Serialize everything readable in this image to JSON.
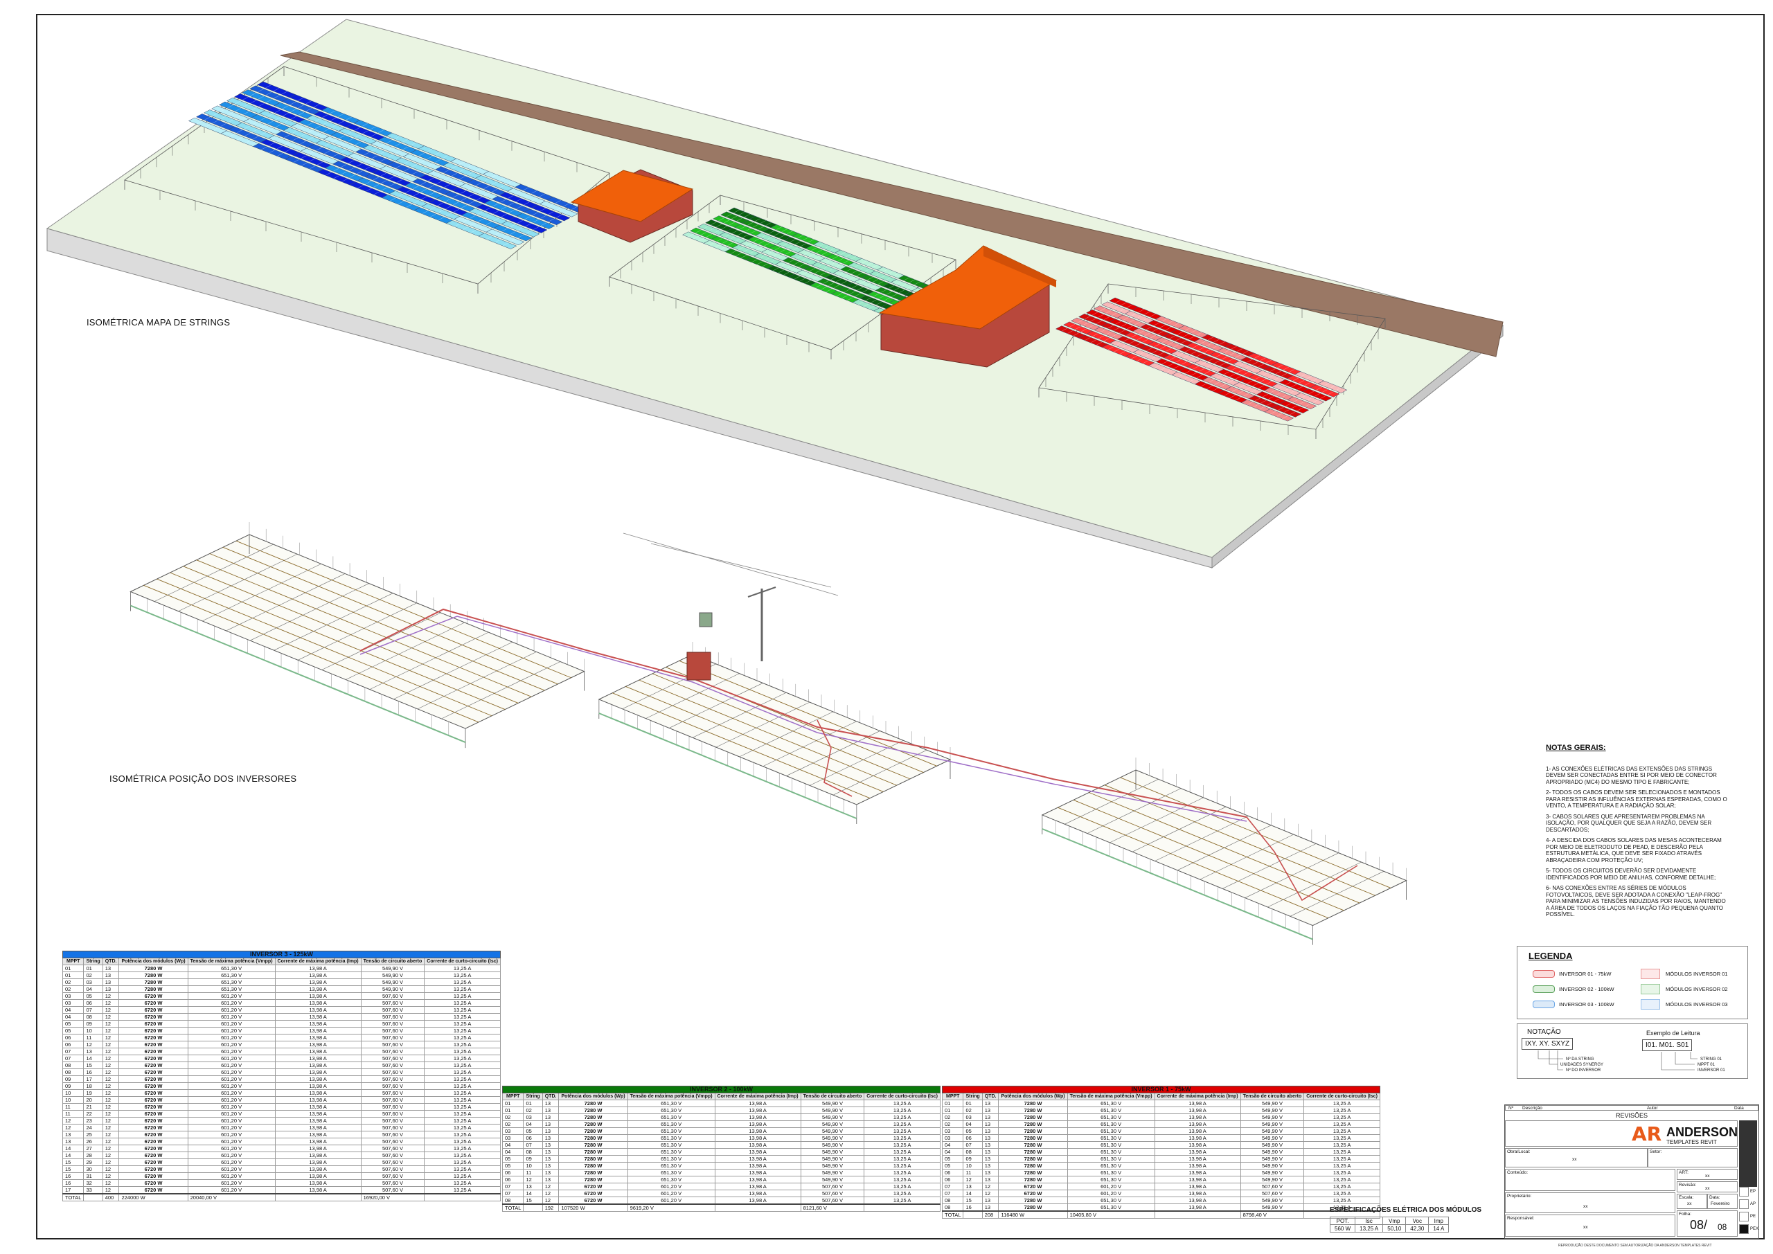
{
  "views": {
    "top_label": "ISOMÉTRICA MAPA DE STRINGS",
    "bottom_label": "ISOMÉTRICA POSIÇÃO DOS INVERSORES"
  },
  "colors": {
    "inv1": "#e00000",
    "inv2": "#0a7a0a",
    "inv3": "#1473e6",
    "ground": "#eaf4e2",
    "road": "#9a7865",
    "roof": "#f0600a",
    "wall": "#b8483c"
  },
  "table_headers": [
    "MPPT",
    "String",
    "QTD.",
    "Potência dos módulos (Wp)",
    "Tensão de máxima potência (Vmpp)",
    "Corrente de máxima potência (Imp)",
    "Tensão de circuito aberto",
    "Corrente de curto-circuito (Isc)"
  ],
  "inv3": {
    "title": "INVERSOR 3 - 125kW",
    "rows": [
      [
        "01",
        "01",
        "13",
        "7280 W",
        "651,30 V",
        "13,98 A",
        "549,90 V",
        "13,25 A"
      ],
      [
        "01",
        "02",
        "13",
        "7280 W",
        "651,30 V",
        "13,98 A",
        "549,90 V",
        "13,25 A"
      ],
      [
        "02",
        "03",
        "13",
        "7280 W",
        "651,30 V",
        "13,98 A",
        "549,90 V",
        "13,25 A"
      ],
      [
        "02",
        "04",
        "13",
        "7280 W",
        "651,30 V",
        "13,98 A",
        "549,90 V",
        "13,25 A"
      ],
      [
        "03",
        "05",
        "12",
        "6720 W",
        "601,20 V",
        "13,98 A",
        "507,60 V",
        "13,25 A"
      ],
      [
        "03",
        "06",
        "12",
        "6720 W",
        "601,20 V",
        "13,98 A",
        "507,60 V",
        "13,25 A"
      ],
      [
        "04",
        "07",
        "12",
        "6720 W",
        "601,20 V",
        "13,98 A",
        "507,60 V",
        "13,25 A"
      ],
      [
        "04",
        "08",
        "12",
        "6720 W",
        "601,20 V",
        "13,98 A",
        "507,60 V",
        "13,25 A"
      ],
      [
        "05",
        "09",
        "12",
        "6720 W",
        "601,20 V",
        "13,98 A",
        "507,60 V",
        "13,25 A"
      ],
      [
        "05",
        "10",
        "12",
        "6720 W",
        "601,20 V",
        "13,98 A",
        "507,60 V",
        "13,25 A"
      ],
      [
        "06",
        "11",
        "12",
        "6720 W",
        "601,20 V",
        "13,98 A",
        "507,60 V",
        "13,25 A"
      ],
      [
        "06",
        "12",
        "12",
        "6720 W",
        "601,20 V",
        "13,98 A",
        "507,60 V",
        "13,25 A"
      ],
      [
        "07",
        "13",
        "12",
        "6720 W",
        "601,20 V",
        "13,98 A",
        "507,60 V",
        "13,25 A"
      ],
      [
        "07",
        "14",
        "12",
        "6720 W",
        "601,20 V",
        "13,98 A",
        "507,60 V",
        "13,25 A"
      ],
      [
        "08",
        "15",
        "12",
        "6720 W",
        "601,20 V",
        "13,98 A",
        "507,60 V",
        "13,25 A"
      ],
      [
        "08",
        "16",
        "12",
        "6720 W",
        "601,20 V",
        "13,98 A",
        "507,60 V",
        "13,25 A"
      ],
      [
        "09",
        "17",
        "12",
        "6720 W",
        "601,20 V",
        "13,98 A",
        "507,60 V",
        "13,25 A"
      ],
      [
        "09",
        "18",
        "12",
        "6720 W",
        "601,20 V",
        "13,98 A",
        "507,60 V",
        "13,25 A"
      ],
      [
        "10",
        "19",
        "12",
        "6720 W",
        "601,20 V",
        "13,98 A",
        "507,60 V",
        "13,25 A"
      ],
      [
        "10",
        "20",
        "12",
        "6720 W",
        "601,20 V",
        "13,98 A",
        "507,60 V",
        "13,25 A"
      ],
      [
        "11",
        "21",
        "12",
        "6720 W",
        "601,20 V",
        "13,98 A",
        "507,60 V",
        "13,25 A"
      ],
      [
        "11",
        "22",
        "12",
        "6720 W",
        "601,20 V",
        "13,98 A",
        "507,60 V",
        "13,25 A"
      ],
      [
        "12",
        "23",
        "12",
        "6720 W",
        "601,20 V",
        "13,98 A",
        "507,60 V",
        "13,25 A"
      ],
      [
        "12",
        "24",
        "12",
        "6720 W",
        "601,20 V",
        "13,98 A",
        "507,60 V",
        "13,25 A"
      ],
      [
        "13",
        "25",
        "12",
        "6720 W",
        "601,20 V",
        "13,98 A",
        "507,60 V",
        "13,25 A"
      ],
      [
        "13",
        "26",
        "12",
        "6720 W",
        "601,20 V",
        "13,98 A",
        "507,60 V",
        "13,25 A"
      ],
      [
        "14",
        "27",
        "12",
        "6720 W",
        "601,20 V",
        "13,98 A",
        "507,60 V",
        "13,25 A"
      ],
      [
        "14",
        "28",
        "12",
        "6720 W",
        "601,20 V",
        "13,98 A",
        "507,60 V",
        "13,25 A"
      ],
      [
        "15",
        "29",
        "12",
        "6720 W",
        "601,20 V",
        "13,98 A",
        "507,60 V",
        "13,25 A"
      ],
      [
        "15",
        "30",
        "12",
        "6720 W",
        "601,20 V",
        "13,98 A",
        "507,60 V",
        "13,25 A"
      ],
      [
        "16",
        "31",
        "12",
        "6720 W",
        "601,20 V",
        "13,98 A",
        "507,60 V",
        "13,25 A"
      ],
      [
        "16",
        "32",
        "12",
        "6720 W",
        "601,20 V",
        "13,98 A",
        "507,60 V",
        "13,25 A"
      ],
      [
        "17",
        "33",
        "12",
        "6720 W",
        "601,20 V",
        "13,98 A",
        "507,60 V",
        "13,25 A"
      ]
    ],
    "total": [
      "TOTAL",
      "",
      "400",
      "224000 W",
      "20040,00 V",
      "",
      "16920,00 V",
      ""
    ]
  },
  "inv2": {
    "title": "INVERSOR 2 - 100kW",
    "rows": [
      [
        "01",
        "01",
        "13",
        "7280 W",
        "651,30 V",
        "13,98 A",
        "549,90 V",
        "13,25 A"
      ],
      [
        "01",
        "02",
        "13",
        "7280 W",
        "651,30 V",
        "13,98 A",
        "549,90 V",
        "13,25 A"
      ],
      [
        "02",
        "03",
        "13",
        "7280 W",
        "651,30 V",
        "13,98 A",
        "549,90 V",
        "13,25 A"
      ],
      [
        "02",
        "04",
        "13",
        "7280 W",
        "651,30 V",
        "13,98 A",
        "549,90 V",
        "13,25 A"
      ],
      [
        "03",
        "05",
        "13",
        "7280 W",
        "651,30 V",
        "13,98 A",
        "549,90 V",
        "13,25 A"
      ],
      [
        "03",
        "06",
        "13",
        "7280 W",
        "651,30 V",
        "13,98 A",
        "549,90 V",
        "13,25 A"
      ],
      [
        "04",
        "07",
        "13",
        "7280 W",
        "651,30 V",
        "13,98 A",
        "549,90 V",
        "13,25 A"
      ],
      [
        "04",
        "08",
        "13",
        "7280 W",
        "651,30 V",
        "13,98 A",
        "549,90 V",
        "13,25 A"
      ],
      [
        "05",
        "09",
        "13",
        "7280 W",
        "651,30 V",
        "13,98 A",
        "549,90 V",
        "13,25 A"
      ],
      [
        "05",
        "10",
        "13",
        "7280 W",
        "651,30 V",
        "13,98 A",
        "549,90 V",
        "13,25 A"
      ],
      [
        "06",
        "11",
        "13",
        "7280 W",
        "651,30 V",
        "13,98 A",
        "549,90 V",
        "13,25 A"
      ],
      [
        "06",
        "12",
        "13",
        "7280 W",
        "651,30 V",
        "13,98 A",
        "549,90 V",
        "13,25 A"
      ],
      [
        "07",
        "13",
        "12",
        "6720 W",
        "601,20 V",
        "13,98 A",
        "507,60 V",
        "13,25 A"
      ],
      [
        "07",
        "14",
        "12",
        "6720 W",
        "601,20 V",
        "13,98 A",
        "507,60 V",
        "13,25 A"
      ],
      [
        "08",
        "15",
        "12",
        "6720 W",
        "601,20 V",
        "13,98 A",
        "507,60 V",
        "13,25 A"
      ]
    ],
    "total": [
      "TOTAL",
      "",
      "192",
      "107520 W",
      "9619,20 V",
      "",
      "8121,60 V",
      ""
    ]
  },
  "inv1": {
    "title": "INVERSOR 1 - 75kW",
    "headers": [
      "MPPT",
      "String",
      "QTD.",
      "Potência dos módulos (Wp)",
      "Tensão de máxima potência (Vmpp)",
      "Corrente de máxima potência (Imp)",
      "Tensão de circuito aberto",
      "Corrente de curto-circuito (Isc)"
    ],
    "rows": [
      [
        "01",
        "01",
        "13",
        "7280 W",
        "651,30 V",
        "13,98 A",
        "549,90 V",
        "13,25 A"
      ],
      [
        "01",
        "02",
        "13",
        "7280 W",
        "651,30 V",
        "13,98 A",
        "549,90 V",
        "13,25 A"
      ],
      [
        "02",
        "03",
        "13",
        "7280 W",
        "651,30 V",
        "13,98 A",
        "549,90 V",
        "13,25 A"
      ],
      [
        "02",
        "04",
        "13",
        "7280 W",
        "651,30 V",
        "13,98 A",
        "549,90 V",
        "13,25 A"
      ],
      [
        "03",
        "05",
        "13",
        "7280 W",
        "651,30 V",
        "13,98 A",
        "549,90 V",
        "13,25 A"
      ],
      [
        "03",
        "06",
        "13",
        "7280 W",
        "651,30 V",
        "13,98 A",
        "549,90 V",
        "13,25 A"
      ],
      [
        "04",
        "07",
        "13",
        "7280 W",
        "651,30 V",
        "13,98 A",
        "549,90 V",
        "13,25 A"
      ],
      [
        "04",
        "08",
        "13",
        "7280 W",
        "651,30 V",
        "13,98 A",
        "549,90 V",
        "13,25 A"
      ],
      [
        "05",
        "09",
        "13",
        "7280 W",
        "651,30 V",
        "13,98 A",
        "549,90 V",
        "13,25 A"
      ],
      [
        "05",
        "10",
        "13",
        "7280 W",
        "651,30 V",
        "13,98 A",
        "549,90 V",
        "13,25 A"
      ],
      [
        "06",
        "11",
        "13",
        "7280 W",
        "651,30 V",
        "13,98 A",
        "549,90 V",
        "13,25 A"
      ],
      [
        "06",
        "12",
        "13",
        "7280 W",
        "651,30 V",
        "13,98 A",
        "549,90 V",
        "13,25 A"
      ],
      [
        "07",
        "13",
        "12",
        "6720 W",
        "601,20 V",
        "13,98 A",
        "507,60 V",
        "13,25 A"
      ],
      [
        "07",
        "14",
        "12",
        "6720 W",
        "601,20 V",
        "13,98 A",
        "507,60 V",
        "13,25 A"
      ],
      [
        "08",
        "15",
        "13",
        "7280 W",
        "651,30 V",
        "13,98 A",
        "549,90 V",
        "13,25 A"
      ],
      [
        "08",
        "16",
        "13",
        "7280 W",
        "651,30 V",
        "13,98 A",
        "549,90 V",
        "13,25 A"
      ]
    ],
    "total": [
      "TOTAL",
      "",
      "208",
      "116480 W",
      "10405,80 V",
      "",
      "8798,40 V",
      ""
    ]
  },
  "notes": {
    "title": "NOTAS GERAIS:",
    "items": [
      "1- AS CONEXÕES ELÉTRICAS DAS EXTENSÕES DAS STRINGS DEVEM SER CONECTADAS ENTRE SI POR MEIO DE CONECTOR APROPRIADO (MC4) DO MESMO TIPO E FABRICANTE;",
      "2- TODOS OS CABOS DEVEM SER SELECIONADOS E MONTADOS PARA RESISTIR AS INFLUÊNCIAS EXTERNAS ESPERADAS, COMO O VENTO, A TEMPERATURA E A RADIAÇÃO SOLAR;",
      "3- CABOS SOLARES QUE APRESENTAREM PROBLEMAS NA ISOLAÇÃO, POR QUALQUER QUE SEJA A RAZÃO, DEVEM SER DESCARTADOS;",
      "4- A DESCIDA DOS CABOS SOLARES DAS MESAS ACONTECERAM POR MEIO DE ELETRODUTO DE PEAD, E DESCERÃO PELA ESTRUTURA METÁLICA, QUE DEVE SER FIXADO ATRAVÉS ABRAÇADEIRA COM PROTEÇÃO UV;",
      "5- TODOS OS CIRCUITOS DEVERÃO SER DEVIDAMENTE IDENTIFICADOS POR MEIO DE ANILHAS, CONFORME DETALHE;",
      "6- NAS CONEXÕES ENTRE AS SÉRIES DE MÓDULOS FOTOVOLTAICOS, DEVE SER ADOTADA A CONEXÃO \"LEAP-FROG\" PARA MINIMIZAR AS TENSÕES INDUZIDAS POR RAIOS, MANTENDO A ÁREA DE TODOS OS LAÇOS NA FIAÇÃO TÃO PEQUENA QUANTO POSSÍVEL."
    ]
  },
  "legend": {
    "title": "LEGENDA",
    "items": [
      "INVERSOR 01 - 75kW",
      "INVERSOR 02 - 100kW",
      "INVERSOR 03 - 100kW"
    ],
    "module_items": [
      "MÓDULOS INVERSOR 01",
      "MÓDULOS INVERSOR 02",
      "MÓDULOS INVERSOR 03"
    ]
  },
  "notation": {
    "title": "NOTAÇÃO",
    "code": "IXY. XY. SXYZ",
    "lines": [
      "Nº DA STRING",
      "UNIDADES SYNERGY",
      "Nº DO INVERSOR"
    ],
    "example_title": "Exemplo de Leitura",
    "example_code": "I01. M01. S01",
    "example_lines": [
      "STRING 01",
      "MPPT 01",
      "INVERSOR 01"
    ]
  },
  "spec": {
    "title": "ESPECIFICAÇÕES ELÉTRICA DOS MÓDULOS",
    "headers": [
      "POT.",
      "Isc",
      "Vmp",
      "Voc",
      "Imp"
    ],
    "values": [
      "560 W",
      "13,25 A",
      "50,10",
      "42,30",
      "14 A"
    ]
  },
  "titleblock": {
    "rev_headers": [
      "Nº",
      "Descrição",
      "Autor",
      "Data"
    ],
    "revisions": "REVISÕES",
    "brand": "ANDERSON",
    "brand_sub": "TEMPLATES REVIT",
    "logo": "AR",
    "obra": "Obra/Local:",
    "setor": "Setor:",
    "conteudo": "Conteúdo:",
    "proprietario": "Proprietário:",
    "responsavel": "Responsável:",
    "art": "ART:",
    "revisao": "Revisão:",
    "escala": "Escala:",
    "data": "Data:",
    "data_val": "Fevereiro",
    "folha": "Folha:",
    "sheet": "08/",
    "sheet_total": "08",
    "side": [
      "EP",
      "AP",
      "PE",
      "PEX"
    ],
    "xx": "xx"
  },
  "footer": "REPRODUÇÃO DESTE DOCUMENTO SEM AUTORIZAÇÃO DA ANDERSON TEMPLATES REVIT"
}
